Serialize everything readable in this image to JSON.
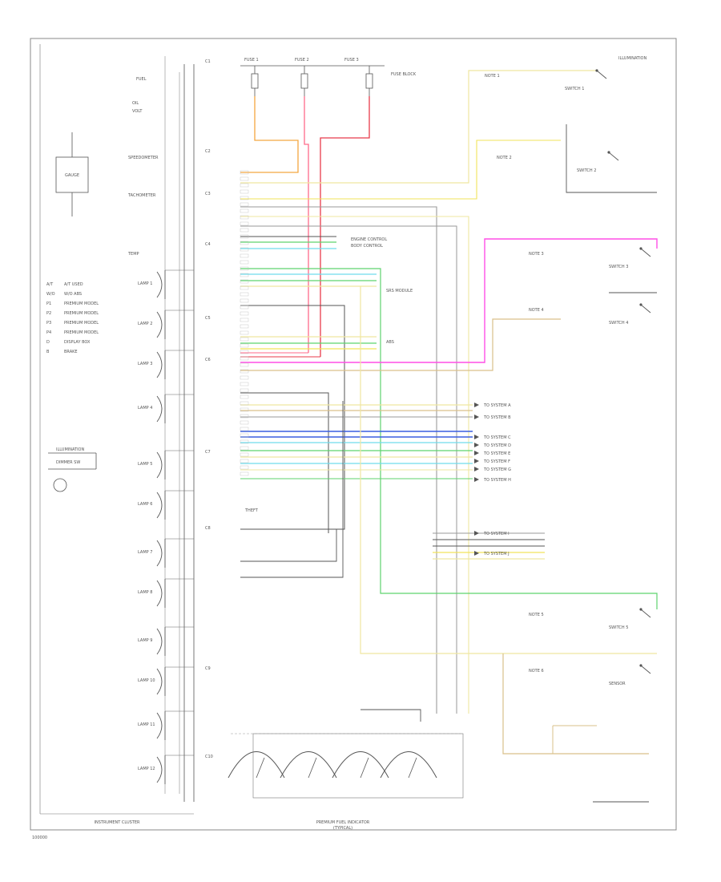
{
  "title_block": {
    "left_caption": "INSTRUMENT CLUSTER",
    "bottom_caption_line1": "PREMIUM FUEL INDICATOR",
    "bottom_caption_line2": "(TYPICAL)",
    "corner_note": "ILLUMINATION",
    "page_number": "100000"
  },
  "legend": {
    "items": [
      {
        "code": "A/T",
        "text": "A/T USED"
      },
      {
        "code": "W/O",
        "text": "W/O ABS"
      },
      {
        "code": "P1",
        "text": "PREMIUM MODEL"
      },
      {
        "code": "P2",
        "text": "PREMIUM MODEL"
      },
      {
        "code": "P3",
        "text": "PREMIUM MODEL"
      },
      {
        "code": "P4",
        "text": "PREMIUM MODEL"
      },
      {
        "code": "D",
        "text": "DISPLAY BOX"
      },
      {
        "code": "B",
        "text": "BRAKE"
      }
    ]
  },
  "connectors": {
    "left_labels": [
      "C1",
      "C2",
      "C3",
      "C4",
      "C5",
      "C6",
      "C7",
      "C8",
      "C9",
      "C10"
    ],
    "fuses": [
      "FUSE 1",
      "FUSE 2",
      "FUSE 3"
    ],
    "fuse_note": "FUSE BLOCK"
  },
  "modules": {
    "gauge_box": "GAUGE",
    "left_gauges": [
      "FUEL",
      "SPEEDOMETER",
      "TACHOMETER",
      "TEMP",
      "OIL",
      "VOLT"
    ],
    "warning_lamps": [
      "LAMP 1",
      "LAMP 2",
      "LAMP 3",
      "LAMP 4",
      "LAMP 5",
      "LAMP 6",
      "LAMP 7",
      "LAMP 8",
      "LAMP 9",
      "LAMP 10",
      "LAMP 11",
      "LAMP 12"
    ],
    "illumination_block": [
      "ILLUMINATION",
      "DIMMER SW"
    ],
    "center_blocks": [
      "ENGINE CONTROL",
      "BODY CONTROL",
      "SRS MODULE",
      "ABS",
      "THEFT"
    ],
    "right_blocks": [
      "SWITCH 1",
      "SWITCH 2",
      "SWITCH 3",
      "SWITCH 4",
      "SWITCH 5",
      "SENSOR"
    ],
    "right_notes": [
      "NOTE 1",
      "NOTE 2",
      "NOTE 3",
      "NOTE 4",
      "NOTE 5",
      "NOTE 6"
    ],
    "arrow_labels": [
      "TO SYSTEM A",
      "TO SYSTEM B",
      "TO SYSTEM C",
      "TO SYSTEM D",
      "TO SYSTEM E",
      "TO SYSTEM F",
      "TO SYSTEM G",
      "TO SYSTEM H",
      "TO SYSTEM I",
      "TO SYSTEM J"
    ]
  },
  "wire_colors": {
    "orange": "#f4a640",
    "pink": "#ff6b8a",
    "red": "#e83b4a",
    "yellow": "#f2e35a",
    "lightyellow": "#efe7a0",
    "green": "#5ed36e",
    "cyan": "#6fdcec",
    "blue": "#3a5fe0",
    "magenta": "#ff4fe6",
    "tan": "#d9c08a",
    "grey": "#9a9a9a",
    "black": "#555555"
  }
}
